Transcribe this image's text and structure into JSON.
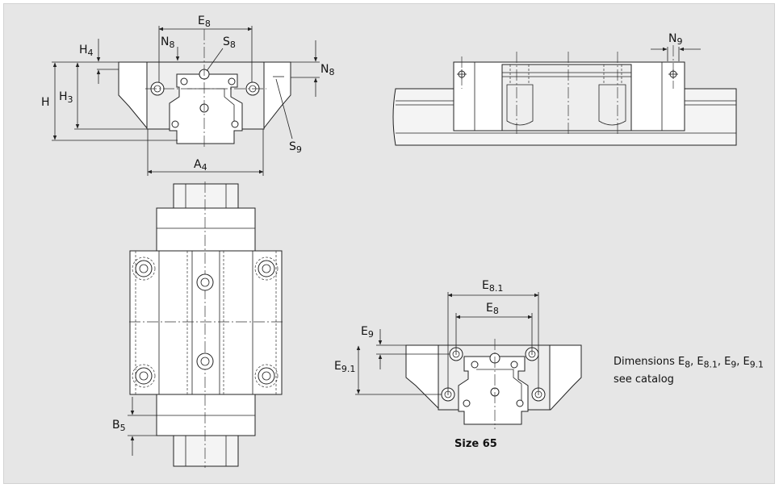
{
  "labels": {
    "E8": {
      "main": "E",
      "sub": "8"
    },
    "N8_left": {
      "main": "N",
      "sub": "8"
    },
    "S8": {
      "main": "S",
      "sub": "8"
    },
    "H4": {
      "main": "H",
      "sub": "4"
    },
    "N8_right": {
      "main": "N",
      "sub": "8"
    },
    "H": {
      "main": "H",
      "sub": ""
    },
    "H3": {
      "main": "H",
      "sub": "3"
    },
    "S9": {
      "main": "S",
      "sub": "9"
    },
    "A4": {
      "main": "A",
      "sub": "4"
    },
    "N9": {
      "main": "N",
      "sub": "9"
    },
    "B5": {
      "main": "B",
      "sub": "5"
    },
    "E81": {
      "main": "E",
      "sub": "8.1"
    },
    "E8_size65": {
      "main": "E",
      "sub": "8"
    },
    "E9": {
      "main": "E",
      "sub": "9"
    },
    "E91": {
      "main": "E",
      "sub": "9.1"
    }
  },
  "note": {
    "prefix": "Dimensions ",
    "items": [
      {
        "main": "E",
        "sub": "8",
        "sep": ", "
      },
      {
        "main": "E",
        "sub": "8.1",
        "sep": ", "
      },
      {
        "main": "E",
        "sub": "9",
        "sep": ", "
      },
      {
        "main": "E",
        "sub": "9.1",
        "sep": ""
      }
    ],
    "suffix": "see catalog"
  },
  "caption": "Size 65",
  "colors": {
    "background": "#e6e6e6",
    "part_fill": "#ffffff",
    "line": "#222222"
  }
}
